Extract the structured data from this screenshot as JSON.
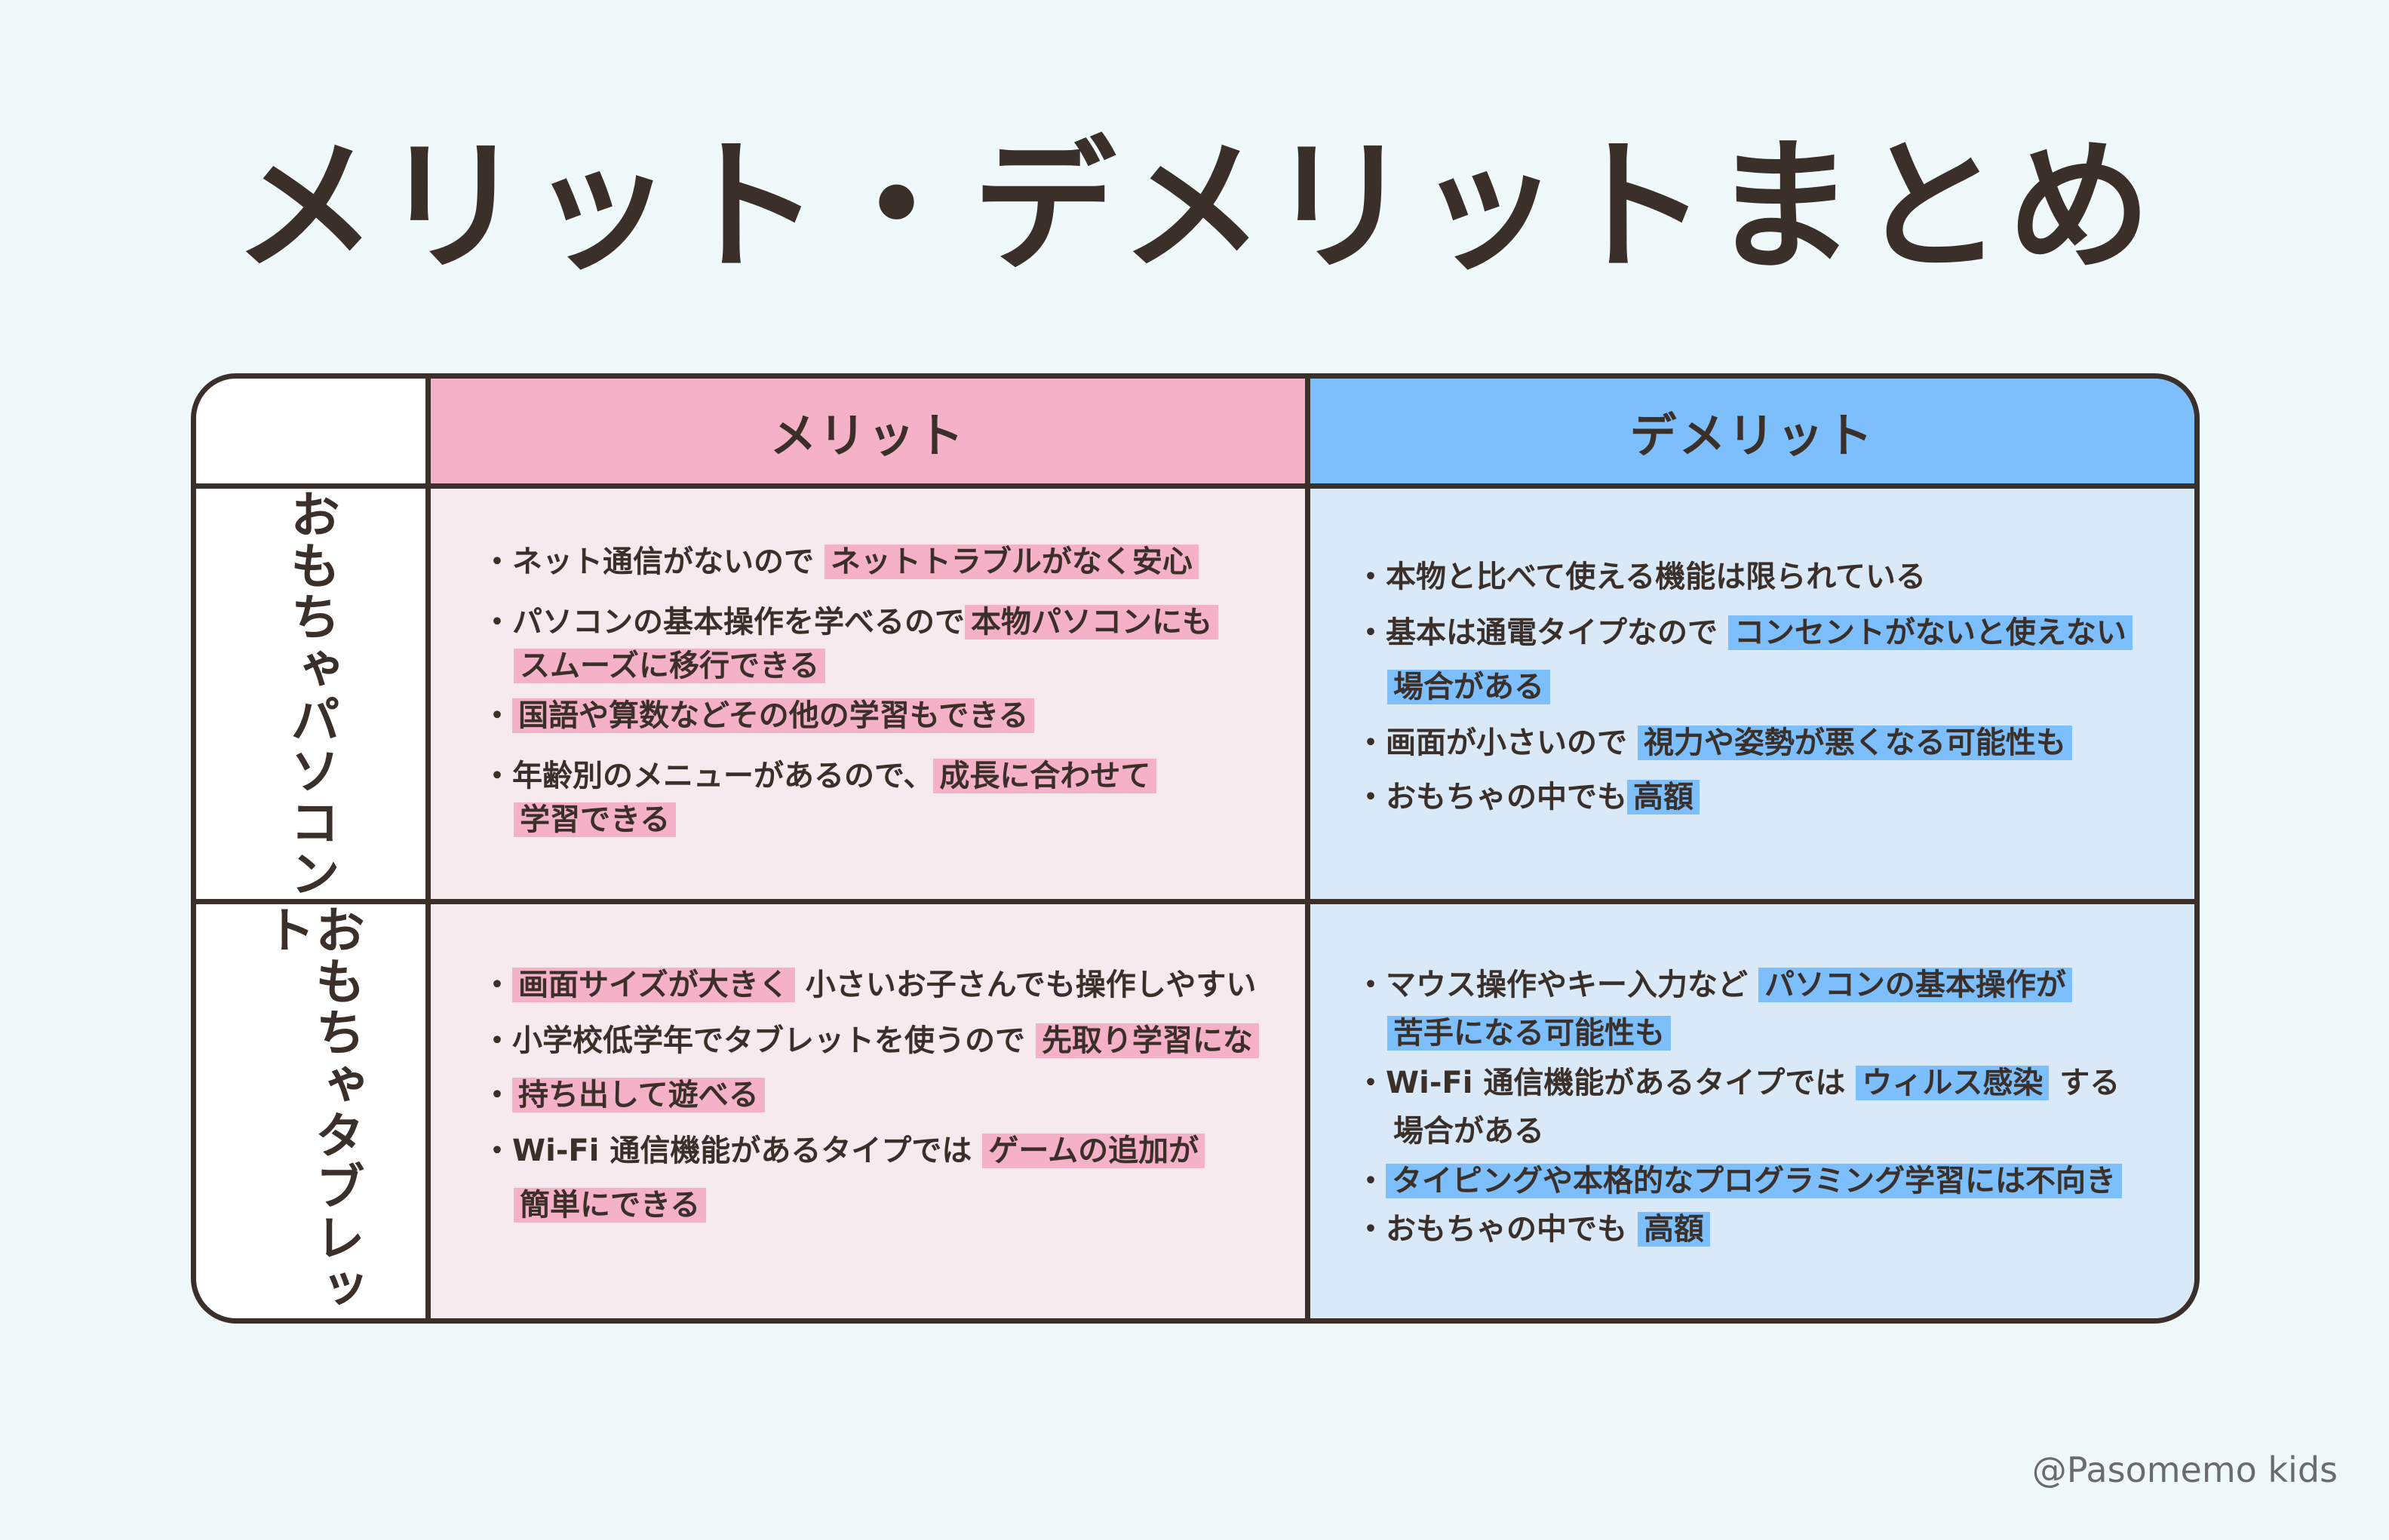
{
  "title": "メリット・デメリットまとめ",
  "colors": {
    "merit_header": "#f5b1c8",
    "demerit_header": "#7dbefc",
    "merit_bg": "#f7eaee",
    "demerit_bg": "#d9e9f8",
    "border": "#3a3029"
  },
  "columns": {
    "merit": "メリット",
    "demerit": "デメリット"
  },
  "rows": {
    "pc": {
      "label": "おもちゃパソコン",
      "merits": [
        {
          "b": "・",
          "t": "ネット通信がないので",
          "h": "ネットトラブルがなく安心"
        },
        {
          "b": "・",
          "t": "パソコンの基本操作を学べるので",
          "h": "本物パソコンにも",
          "h2": "スムーズに移行できる"
        },
        {
          "b": "・",
          "h": "国語や算数などその他の学習もできる"
        },
        {
          "b": "・",
          "t": "年齢別のメニューがあるので、",
          "h": "成長に合わせて",
          "h2": "学習できる"
        }
      ],
      "demerits": [
        {
          "b": "・",
          "t": "本物と比べて使える機能は限られている"
        },
        {
          "b": "・",
          "t": "基本は通電タイプなので",
          "h": "コンセントがないと使えない",
          "h2": "場合がある"
        },
        {
          "b": "・",
          "t": "画面が小さいので",
          "h": "視力や姿勢が悪くなる可能性も"
        },
        {
          "b": "・",
          "t": "おもちゃの中でも",
          "h": "高額"
        }
      ]
    },
    "tablet": {
      "label": "おもちゃタブレット",
      "merits": [
        {
          "b": "・",
          "h": "画面サイズが大きく",
          "t": "小さいお子さんでも操作しやすい"
        },
        {
          "b": "・",
          "t": "小学校低学年でタブレットを使うので",
          "h": "先取り学習にな"
        },
        {
          "b": "・",
          "h": "持ち出して遊べる"
        },
        {
          "b": "・",
          "t": "Wi-Fi 通信機能があるタイプでは",
          "h": "ゲームの追加が",
          "h2": "簡単にできる"
        }
      ],
      "demerits": [
        {
          "b": "・",
          "t": "マウス操作やキー入力など",
          "h": "パソコンの基本操作が",
          "h2": "苦手になる可能性も"
        },
        {
          "b": "・",
          "t": "Wi-Fi 通信機能があるタイプでは",
          "h": "ウィルス感染",
          "t2": "する",
          "c": "場合がある"
        },
        {
          "b": "・",
          "h": "タイピングや本格的なプログラミング学習には不向き"
        },
        {
          "b": "・",
          "t": "おもちゃの中でも",
          "h": "高額"
        }
      ]
    }
  },
  "credit": "@Pasomemo kids"
}
